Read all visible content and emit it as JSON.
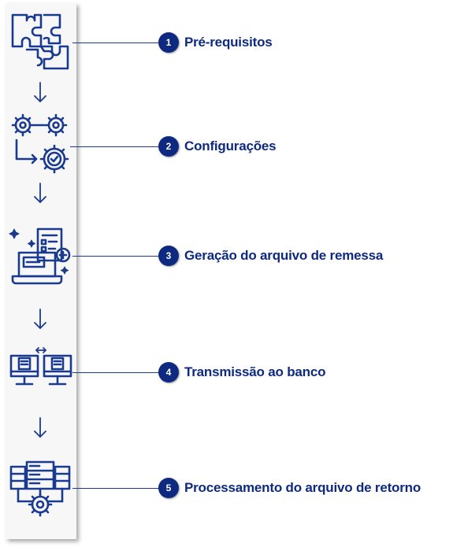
{
  "steps": [
    {
      "number": "1",
      "label": "Pré-requisitos",
      "icon": "puzzle-icon"
    },
    {
      "number": "2",
      "label": "Configurações",
      "icon": "gears-check-icon"
    },
    {
      "number": "3",
      "label": "Geração do arquivo de remessa",
      "icon": "laptop-document-icon"
    },
    {
      "number": "4",
      "label": "Transmissão ao banco",
      "icon": "computer-transfer-icon"
    },
    {
      "number": "5",
      "label": "Processamento do arquivo de retorno",
      "icon": "server-gear-icon"
    }
  ],
  "colors": {
    "primary": "#0d2a80",
    "icon_stroke": "#1a3a8f",
    "panel": "#f7f7f7"
  }
}
